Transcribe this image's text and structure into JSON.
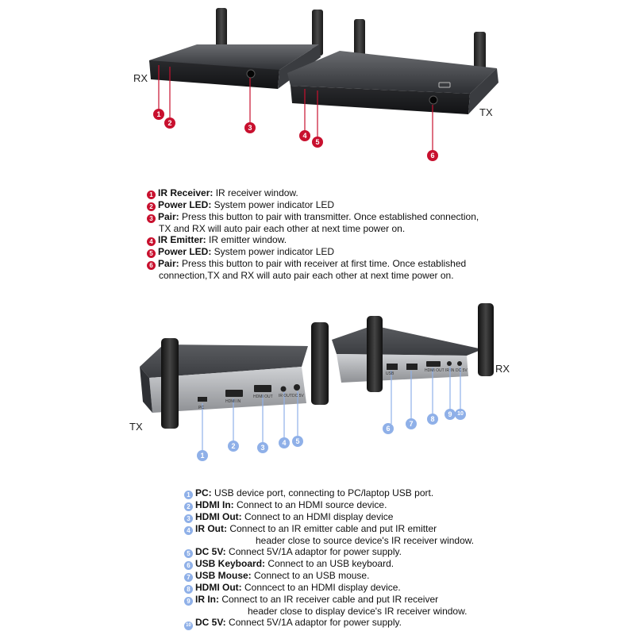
{
  "top": {
    "rx_label": "RX",
    "tx_label": "TX",
    "markers": [
      "1",
      "2",
      "3",
      "4",
      "5",
      "6"
    ],
    "legend": [
      {
        "num": "1",
        "title": "IR Receiver:",
        "desc": " IR receiver window.",
        "cont": ""
      },
      {
        "num": "2",
        "title": "Power LED:",
        "desc": " System power indicator LED",
        "cont": ""
      },
      {
        "num": "3",
        "title": "Pair:",
        "desc": " Press this button to pair with transmitter. Once established connection,",
        "cont": "TX and RX will auto pair each other at next time power on."
      },
      {
        "num": "4",
        "title": "IR Emitter:",
        "desc": " IR emitter window.",
        "cont": ""
      },
      {
        "num": "5",
        "title": "Power LED:",
        "desc": " System power indicator LED",
        "cont": ""
      },
      {
        "num": "6",
        "title": "Pair:",
        "desc": " Press this button to pair with receiver at first time. Once established",
        "cont": "connection,TX and RX will auto pair each other at next time power on."
      }
    ]
  },
  "bottom": {
    "tx_label": "TX",
    "rx_label": "RX",
    "markers": [
      "1",
      "2",
      "3",
      "4",
      "5",
      "6",
      "7",
      "8",
      "9",
      "10"
    ],
    "port_labels": [
      "PC",
      "HDMI IN",
      "HDMI OUT",
      "IR OUT",
      "DC 5V",
      "USB",
      "HDMI OUT",
      "IR IN",
      "DC 5V"
    ],
    "legend": [
      {
        "num": "1",
        "title": "PC:",
        "desc": " USB device port, connecting to PC/laptop USB port.",
        "cont": ""
      },
      {
        "num": "2",
        "title": "HDMI In:",
        "desc": " Connect to an HDMI source device.",
        "cont": ""
      },
      {
        "num": "3",
        "title": "HDMI Out:",
        "desc": " Connect to an HDMI display device",
        "cont": ""
      },
      {
        "num": "4",
        "title": "IR Out:",
        "desc": " Connect to an IR emitter cable and put IR emitter",
        "cont": "header close to source device's IR receiver window."
      },
      {
        "num": "5",
        "title": "DC 5V:",
        "desc": " Connect 5V/1A adaptor for power supply.",
        "cont": ""
      },
      {
        "num": "6",
        "title": "USB Keyboard:",
        "desc": " Connect to an USB keyboard.",
        "cont": ""
      },
      {
        "num": "7",
        "title": "USB Mouse:",
        "desc": " Connect to an USB mouse.",
        "cont": ""
      },
      {
        "num": "8",
        "title": "HDMI Out:",
        "desc": " Conncect to an HDMI display device.",
        "cont": ""
      },
      {
        "num": "9",
        "title": "IR In:",
        "desc": " Connect to an IR receiver cable and put IR receiver",
        "cont": "header close to display device's IR receiver window."
      },
      {
        "num": "10",
        "title": "DC 5V:",
        "desc": " Connect 5V/1A adaptor for power supply.",
        "cont": ""
      }
    ]
  }
}
